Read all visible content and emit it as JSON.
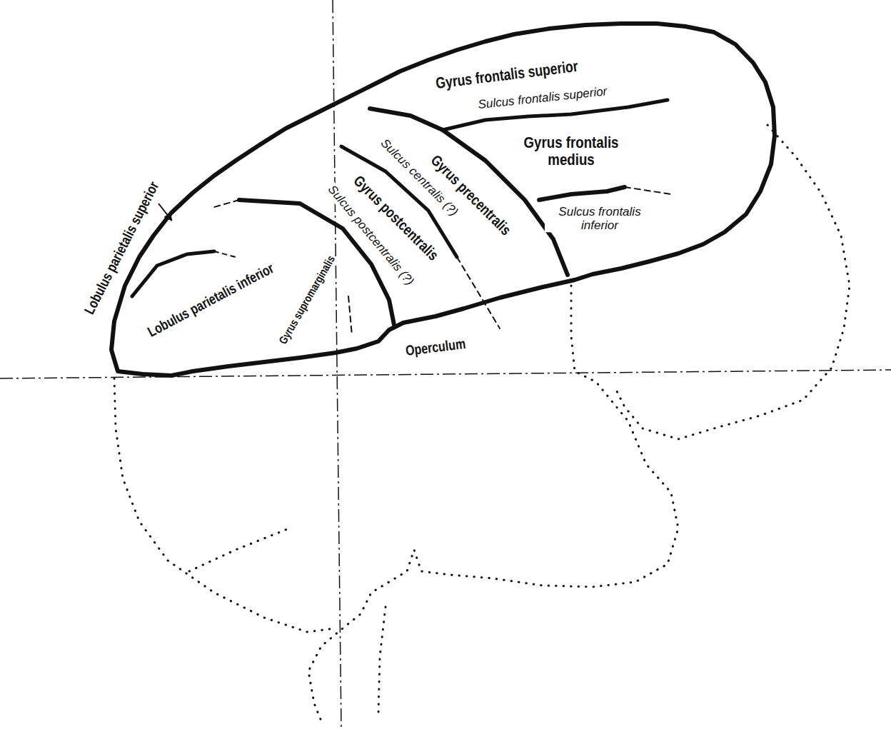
{
  "diagram": {
    "labels": [
      "Gyrus frontalis superior",
      "Sulcus frontalis superior",
      "Gyrus frontalis medius",
      "Gyrus precentralis",
      "Sulcus centralis (?)",
      "Sulcus frontalis inferior",
      "Lobulus parietalis superior",
      "Gyrus postcentralis",
      "Sulcus postcentralis (?)",
      "Lobulus parietalis inferior",
      "Gyrus supromarginalis",
      "Operculum"
    ]
  }
}
